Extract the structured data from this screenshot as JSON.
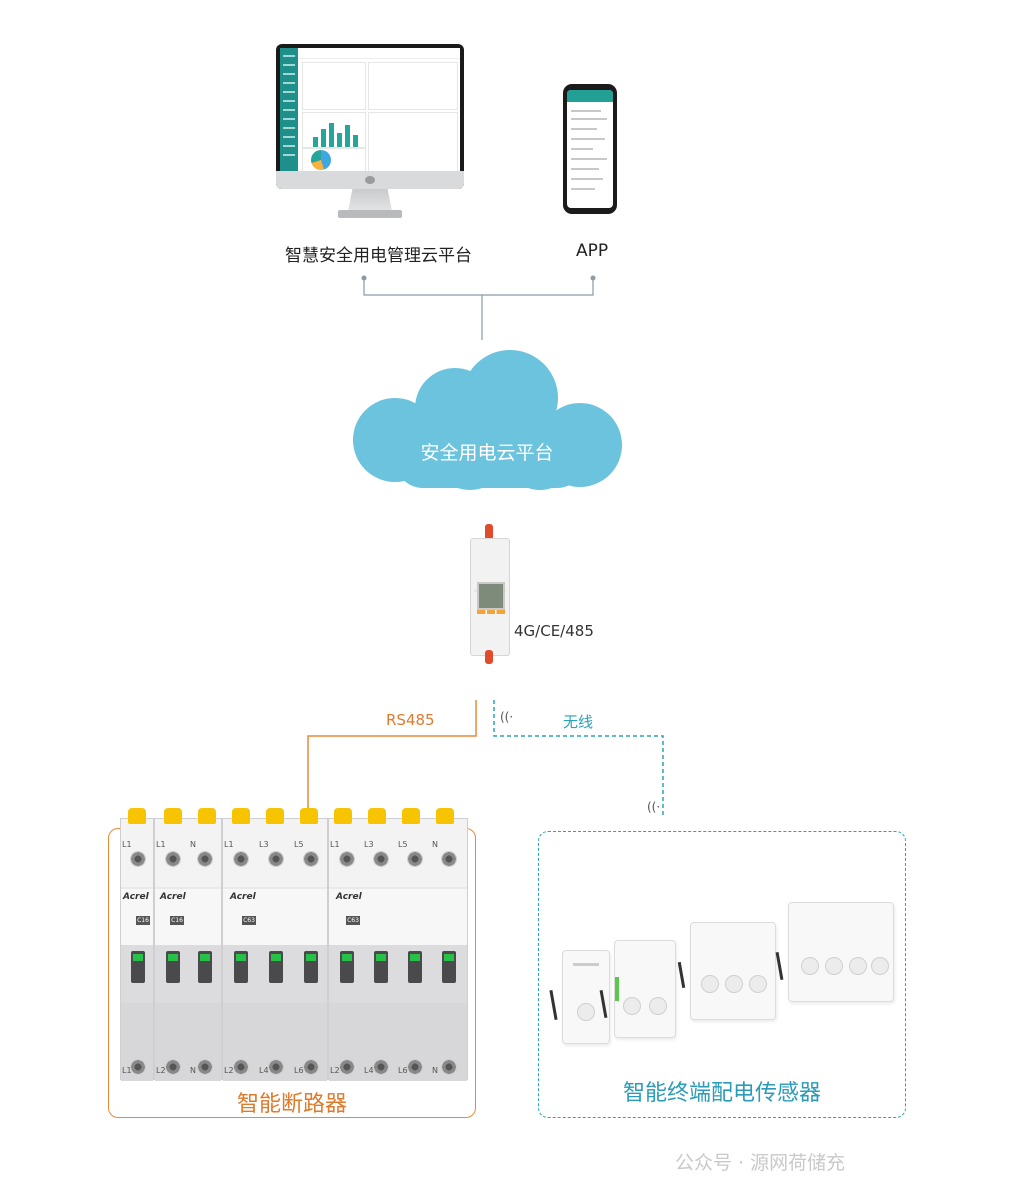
{
  "top": {
    "platform_label": "智慧安全用电管理云平台",
    "app_label": "APP"
  },
  "cloud": {
    "label": "安全用电云平台",
    "color": "#6cc3de"
  },
  "gateway": {
    "label": "4G/CE/485"
  },
  "links": {
    "rs485_label": "RS485",
    "wireless_label": "无线",
    "rs485_color": "#e9893a",
    "wireless_color": "#2aa3b8"
  },
  "breakers": {
    "title": "智能断路器",
    "brand": "Acrel",
    "ratings": [
      "C16",
      "C16",
      "C63",
      "C63"
    ],
    "top_terminals": [
      "L1",
      "L1",
      "N",
      "L1",
      "L3",
      "L5",
      "L1",
      "L3",
      "L5",
      "N"
    ],
    "bottom_terminals": [
      "L1",
      "L2",
      "N",
      "L2",
      "L4",
      "L6",
      "L2",
      "L4",
      "L6",
      "N"
    ]
  },
  "sensors": {
    "title": "智能终端配电传感器"
  },
  "watermark": {
    "text": "公众号 · 源网荷储充"
  }
}
